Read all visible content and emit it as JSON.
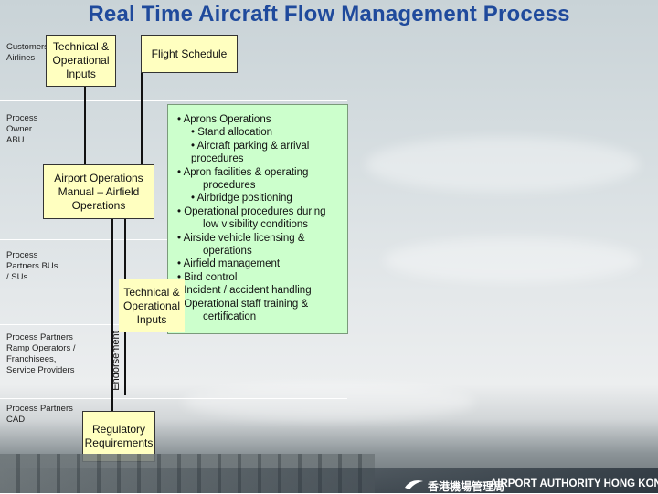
{
  "title": "Real Time Aircraft Flow Management Process",
  "lanes": {
    "customers": "Customers/ Airlines",
    "process_owner": "Process Owner ABU",
    "process_partners": "Process Partners BUs / SUs",
    "ramp_operators": "Process Partners Ramp Operators / Franchisees, Service Providers",
    "cad": "Process Partners CAD"
  },
  "boxes": {
    "tech_op_inputs": "Technical & Operational Inputs",
    "flight_schedule": "Flight Schedule",
    "manual": "Airport Operations Manual – Airfield Operations",
    "tech_op_inputs_2": "Technical & Operational Inputs",
    "regulatory": "Regulatory Requirements",
    "endorsement": "Endorsement"
  },
  "manual_contents": [
    {
      "text": "• Aprons Operations",
      "level": 0
    },
    {
      "text": "• Stand allocation",
      "level": 1
    },
    {
      "text": "• Aircraft parking & arrival",
      "level": 1
    },
    {
      "text": "procedures",
      "level": 2
    },
    {
      "text": "• Apron facilities & operating",
      "level": 0
    },
    {
      "text": "procedures",
      "level": 3
    },
    {
      "text": "• Airbridge positioning",
      "level": 1
    },
    {
      "text": "• Operational procedures during",
      "level": 0
    },
    {
      "text": "low visibility conditions",
      "level": 3
    },
    {
      "text": "• Airside vehicle licensing &",
      "level": 0
    },
    {
      "text": "operations",
      "level": 3
    },
    {
      "text": "• Airfield management",
      "level": 0
    },
    {
      "text": "• Bird control",
      "level": 0
    },
    {
      "text": "• Incident / accident handling",
      "level": 0
    },
    {
      "text": "• Operational staff training &",
      "level": 0
    },
    {
      "text": "certification",
      "level": 3
    }
  ],
  "footer": {
    "chinese_name": "香港機場管理局",
    "english_name": "AIRPORT AUTHORITY HONG KONG",
    "logo_icon": "airport-authority-logo-icon"
  },
  "colors": {
    "title": "#1f4a9c",
    "box_fill": "#ffffc0",
    "list_fill": "#ccffcc"
  }
}
